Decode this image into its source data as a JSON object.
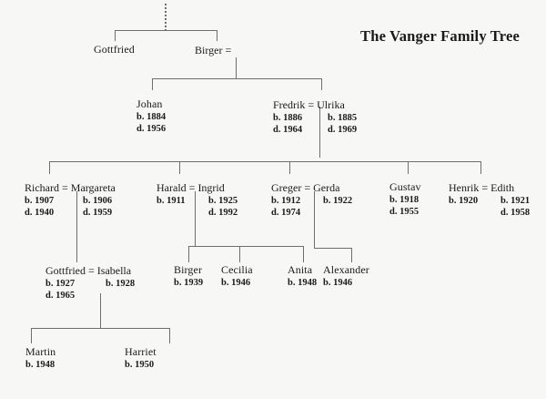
{
  "title": "The Vanger Family Tree",
  "labels": {
    "birth_prefix": "b.",
    "death_prefix": "d.",
    "marriage_symbol": "="
  },
  "colors": {
    "background": "#f7f7f5",
    "ink": "#1a1a1a",
    "line": "#6e6e6e"
  },
  "generations": [
    {
      "id": "gen1",
      "people": [
        {
          "name": "Gottfried",
          "birth": "",
          "death": ""
        },
        {
          "name": "Birger",
          "birth": "",
          "death": "",
          "married": true
        }
      ]
    },
    {
      "id": "gen2",
      "people": [
        {
          "name": "Johan",
          "birth": "b. 1884",
          "death": "d. 1956"
        },
        {
          "name": "Fredrik",
          "birth": "b. 1886",
          "death": "d. 1964",
          "spouse": {
            "name": "Ulrika",
            "birth": "b. 1885",
            "death": "d. 1969"
          }
        }
      ]
    },
    {
      "id": "gen3",
      "people": [
        {
          "name": "Richard",
          "birth": "b. 1907",
          "death": "d. 1940",
          "spouse": {
            "name": "Margareta",
            "birth": "b. 1906",
            "death": "d. 1959"
          }
        },
        {
          "name": "Harald",
          "birth": "b. 1911",
          "death": "",
          "spouse": {
            "name": "Ingrid",
            "birth": "b. 1925",
            "death": "d. 1992"
          }
        },
        {
          "name": "Greger",
          "birth": "b. 1912",
          "death": "d. 1974",
          "spouse": {
            "name": "Gerda",
            "birth": "b. 1922",
            "death": ""
          }
        },
        {
          "name": "Gustav",
          "birth": "b. 1918",
          "death": "d. 1955"
        },
        {
          "name": "Henrik",
          "birth": "b. 1920",
          "death": "",
          "spouse": {
            "name": "Edith",
            "birth": "b. 1921",
            "death": "d. 1958"
          }
        }
      ]
    },
    {
      "id": "gen4",
      "people": [
        {
          "name": "Gottfried",
          "birth": "b. 1927",
          "death": "d. 1965",
          "spouse": {
            "name": "Isabella",
            "birth": "b. 1928",
            "death": ""
          }
        },
        {
          "name": "Birger",
          "birth": "b. 1939",
          "death": ""
        },
        {
          "name": "Cecilia",
          "birth": "b. 1946",
          "death": ""
        },
        {
          "name": "Anita",
          "birth": "b. 1948",
          "death": ""
        },
        {
          "name": "Alexander",
          "birth": "b. 1946",
          "death": ""
        }
      ]
    },
    {
      "id": "gen5",
      "people": [
        {
          "name": "Martin",
          "birth": "b. 1948",
          "death": ""
        },
        {
          "name": "Harriet",
          "birth": "b. 1950",
          "death": ""
        }
      ]
    }
  ]
}
